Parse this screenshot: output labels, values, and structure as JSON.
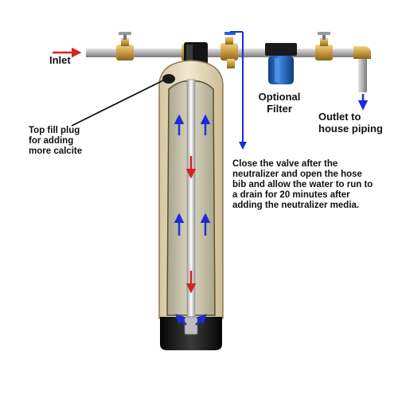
{
  "labels": {
    "inlet": "Inlet",
    "filter_line1": "Optional",
    "filter_line2": "Filter",
    "outlet_line1": "Outlet to",
    "outlet_line2": "house piping",
    "plug_line1": "Top fill plug",
    "plug_line2": "for adding",
    "plug_line3": "more calcite",
    "instr_line1": "Close the valve after the",
    "instr_line2": "neutralizer and open the hose",
    "instr_line3": "bib and allow the water to run to",
    "instr_line4": "a drain for 20 minutes after",
    "instr_line5": "adding the neutralizer media."
  },
  "colors": {
    "pipe": "#b5b5b5",
    "brass": "#c9a24a",
    "tank_shell": "#e8dcc0",
    "tank_media": "#c9c3a8",
    "tank_base": "#1a1a1a",
    "filter_housing": "#2a6fc9",
    "arrow_inlet": "#d62222",
    "arrow_flow_up": "#2233cc",
    "arrow_flow_down": "#cc2222",
    "guide_line": "#1c2bd6"
  }
}
